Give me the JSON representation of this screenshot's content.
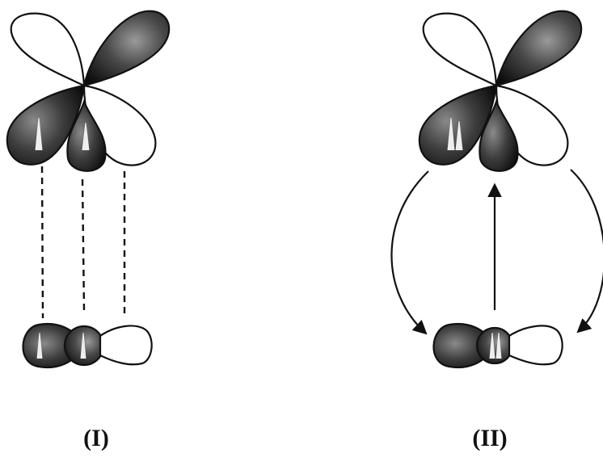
{
  "panels": [
    {
      "label": "(I)",
      "interaction": "dashed-overlap"
    },
    {
      "label": "(II)",
      "interaction": "donation-arrows"
    }
  ],
  "colors": {
    "lobe_shaded": "#1a1a1a",
    "lobe_empty": "#ffffff",
    "outline": "#111111"
  },
  "icons": [
    "d-orbital",
    "p-orbital",
    "dashed-line",
    "curved-arrow",
    "straight-arrow"
  ]
}
